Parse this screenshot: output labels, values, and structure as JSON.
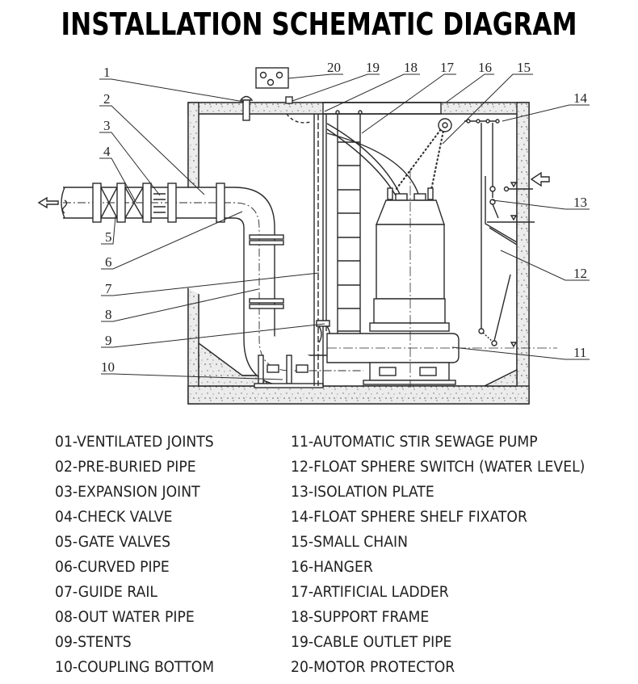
{
  "title": "INSTALLATION SCHEMATIC DIAGRAM",
  "callout_numbers": [
    "1",
    "2",
    "3",
    "4",
    "5",
    "6",
    "7",
    "8",
    "9",
    "10",
    "11",
    "12",
    "13",
    "14",
    "15",
    "16",
    "17",
    "18",
    "19",
    "20"
  ],
  "legend": {
    "left": [
      "01-VENTILATED JOINTS",
      "02-PRE-BURIED PIPE",
      "03-EXPANSION JOINT",
      "04-CHECK VALVE",
      "05-GATE VALVES",
      "06-CURVED PIPE",
      "07-GUIDE RAIL",
      "08-OUT WATER PIPE",
      "09-STENTS",
      "10-COUPLING BOTTOM"
    ],
    "right": [
      "11-AUTOMATIC STIR SEWAGE PUMP",
      "12-FLOAT SPHERE SWITCH (WATER LEVEL)",
      "13-ISOLATION PLATE",
      "14-FLOAT SPHERE SHELF FIXATOR",
      "15-SMALL CHAIN",
      "16-HANGER",
      "17-ARTIFICIAL LADDER",
      "18-SUPPORT FRAME",
      "19-CABLE OUTLET PIPE",
      "20-MOTOR PROTECTOR"
    ]
  },
  "colors": {
    "line": "#2a2a2a",
    "concrete": "#e9e9e9",
    "text": "#222222"
  }
}
